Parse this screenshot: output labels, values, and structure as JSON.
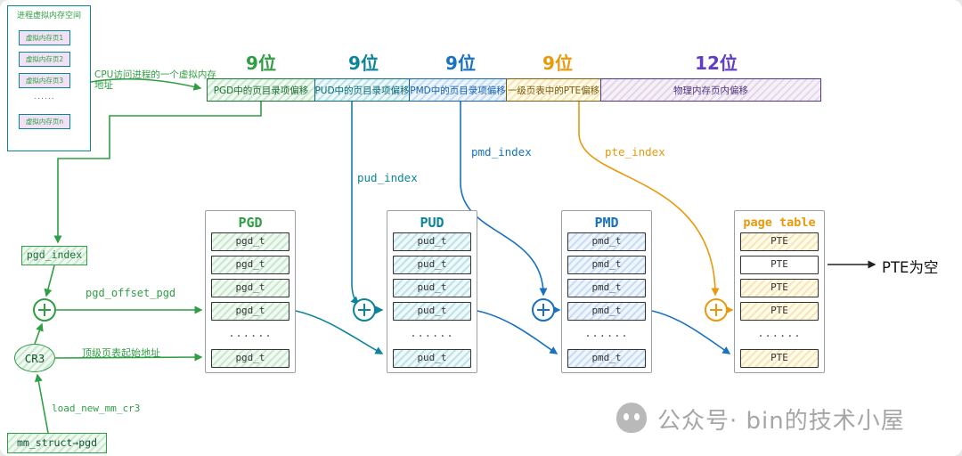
{
  "vm_panel": {
    "title": "进程虚拟内存空间",
    "pages": [
      "虚拟内存页1",
      "虚拟内存页2",
      "虚拟内存页3",
      "......",
      "虚拟内存页n"
    ]
  },
  "cpu_label": "CPU访问进程的一个虚拟内存地址",
  "address_bar": {
    "segments": [
      {
        "bits": "9位",
        "label": "PGD中的页目录项偏移"
      },
      {
        "bits": "9位",
        "label": "PUD中的页目录项偏移"
      },
      {
        "bits": "9位",
        "label": "PMD中的页目录项偏移"
      },
      {
        "bits": "9位",
        "label": "一级页表中的PTE偏移"
      },
      {
        "bits": "12位",
        "label": "物理内存页内偏移"
      }
    ]
  },
  "indexes": {
    "pgd": "pgd_index",
    "pud": "pud_index",
    "pmd": "pmd_index",
    "pte": "pte_index"
  },
  "flow": {
    "pgd_offset": "pgd_offset_pgd",
    "cr3": "CR3",
    "top_table": "顶级页表起始地址",
    "load": "load_new_mm_cr3",
    "mm_struct": "mm_struct→pgd"
  },
  "tables": {
    "pgd": {
      "title": "PGD",
      "rows": [
        "pgd_t",
        "pgd_t",
        "pgd_t",
        "pgd_t",
        "......",
        "pgd_t"
      ]
    },
    "pud": {
      "title": "PUD",
      "rows": [
        "pud_t",
        "pud_t",
        "pud_t",
        "pud_t",
        "......",
        "pud_t"
      ]
    },
    "pmd": {
      "title": "PMD",
      "rows": [
        "pmd_t",
        "pmd_t",
        "pmd_t",
        "pmd_t",
        "......",
        "pmd_t"
      ]
    },
    "pte": {
      "title": "page table",
      "rows": [
        "PTE",
        "PTE",
        "PTE",
        "PTE",
        "......",
        "PTE"
      ]
    }
  },
  "pte_empty": "PTE为空",
  "watermark": "公众号· bin的技术小屋",
  "colors": {
    "green": "#2f9e44",
    "teal": "#0c8599",
    "blue": "#1971c2",
    "orange": "#e8990c",
    "yellow_border": "#d4a017",
    "purple": "#9673a6",
    "bits_purple": "#5f3dc4",
    "red": "#e03131"
  }
}
